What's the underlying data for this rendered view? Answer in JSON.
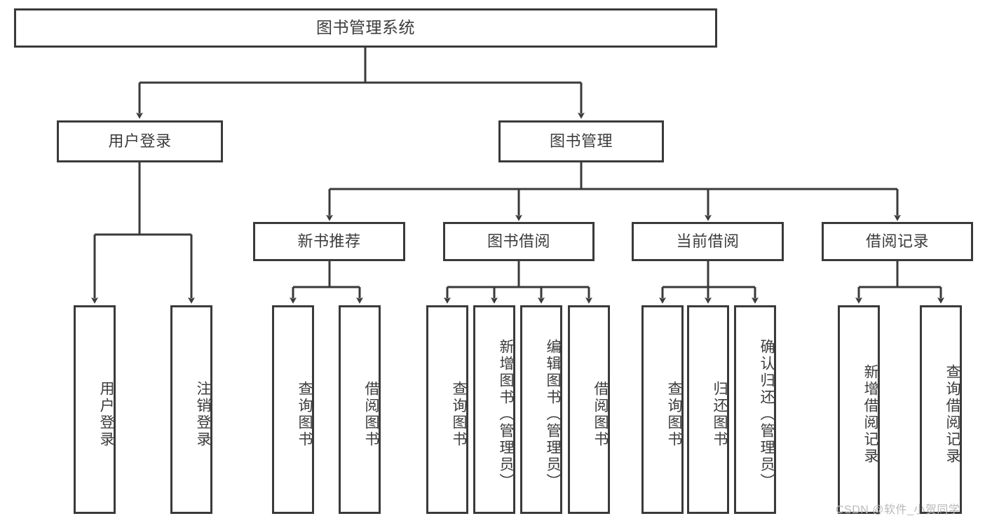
{
  "diagram": {
    "type": "tree",
    "title": "图书管理系统",
    "root": {
      "label": "图书管理系统"
    },
    "level1": [
      {
        "label": "用户登录"
      },
      {
        "label": "图书管理"
      }
    ],
    "level2": [
      {
        "label": "新书推荐"
      },
      {
        "label": "图书借阅"
      },
      {
        "label": "当前借阅"
      },
      {
        "label": "借阅记录"
      }
    ],
    "leaves": {
      "user_login": [
        {
          "label": "用户登录"
        },
        {
          "label": "注销登录"
        }
      ],
      "new_book_recommend": [
        {
          "label": "查询图书"
        },
        {
          "label": "借阅图书"
        }
      ],
      "book_borrow": [
        {
          "label": "查询图书"
        },
        {
          "label": "新增图书（管理员）"
        },
        {
          "label": "编辑图书（管理员）"
        },
        {
          "label": "借阅图书"
        }
      ],
      "current_borrow": [
        {
          "label": "查询图书"
        },
        {
          "label": "归还图书"
        },
        {
          "label": "确认归还（管理员）"
        }
      ],
      "borrow_record": [
        {
          "label": "新增借阅记录"
        },
        {
          "label": "查询借阅记录"
        }
      ]
    }
  },
  "watermark": {
    "text": "CSDN @软件_小贺同学"
  },
  "colors": {
    "border": "#3a3a3a",
    "text": "#3c3c3c",
    "background": "#ffffff",
    "watermark": "#b9b9b9"
  }
}
